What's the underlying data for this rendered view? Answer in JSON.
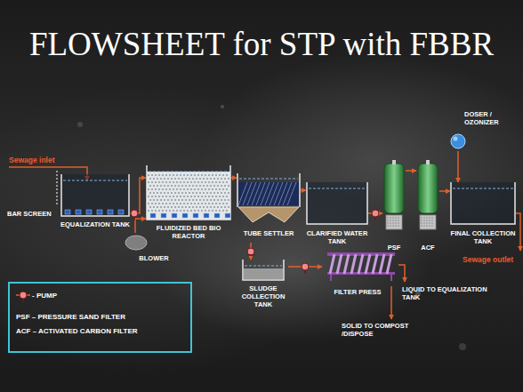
{
  "diagram": {
    "title": "FLOWSHEET for STP with FBBR",
    "nodes": [
      {
        "text": [
          "EQUALIZATION TANK"
        ]
      },
      {
        "text": [
          "FLUIDIZED BED BIO REACTOR"
        ]
      },
      {
        "text": [
          "BLOWER"
        ]
      },
      {
        "text": [
          "TUBE SETTLER"
        ]
      },
      {
        "text": [
          "SLUDGE COLLECTION TANK"
        ]
      },
      {
        "text": [
          "FILTER PRESS"
        ]
      },
      {
        "text": [
          "CLARIFIED WATER TANK"
        ]
      },
      {
        "text": [
          "PSF"
        ]
      },
      {
        "text": [
          "ACF"
        ]
      },
      {
        "text": [
          "DOSER / OZONIZER"
        ]
      },
      {
        "text": [
          "FINAL COLLECTION TANK"
        ]
      }
    ],
    "edges": [
      {
        "from": 0,
        "to": 1,
        "arrow": "to"
      },
      {
        "from": 2,
        "to": 1,
        "arrow": "to"
      },
      {
        "from": 1,
        "to": 3,
        "arrow": "to"
      },
      {
        "from": 3,
        "to": 6,
        "arrow": "to"
      },
      {
        "from": 3,
        "to": 4,
        "arrow": "to"
      },
      {
        "from": 4,
        "to": 5,
        "arrow": "to"
      },
      {
        "from": 6,
        "to": 7,
        "arrow": "to"
      },
      {
        "from": 7,
        "to": 8,
        "arrow": "to"
      },
      {
        "from": 8,
        "to": 10,
        "arrow": "to"
      },
      {
        "from": 9,
        "to": 10,
        "arrow": "to"
      }
    ],
    "labels": [
      "Sewage inlet",
      "BAR SCREEN",
      "Sewage outlet",
      "LIQUID TO EQUALIZATION TANK",
      "SOLID TO COMPOST /DISPOSE"
    ],
    "legend": [
      {
        "text": "- PUMP"
      },
      {
        "text": "PSF – PRESSURE SAND FILTER"
      },
      {
        "text": "ACF – ACTIVATED CARBON FILTER"
      }
    ]
  }
}
